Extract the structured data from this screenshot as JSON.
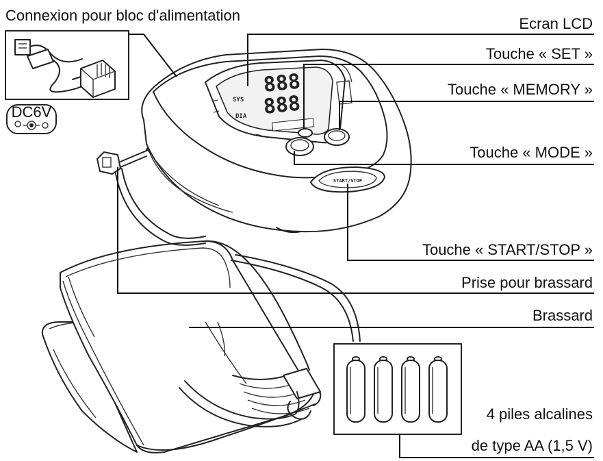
{
  "labels": {
    "power_connector": "Connexion pour bloc d'alimentation",
    "lcd_screen": "Ecran LCD",
    "set_key": "Touche « SET »",
    "memory_key": "Touche « MEMORY »",
    "mode_key": "Touche « MODE »",
    "start_stop_key": "Touche « START/STOP »",
    "cuff_socket": "Prise pour brassard",
    "cuff": "Brassard",
    "batteries_line1": "4 piles alcalines",
    "batteries_line2": "de type AA (1,5 V)"
  },
  "device": {
    "dc_badge": "DC6V"
  }
}
